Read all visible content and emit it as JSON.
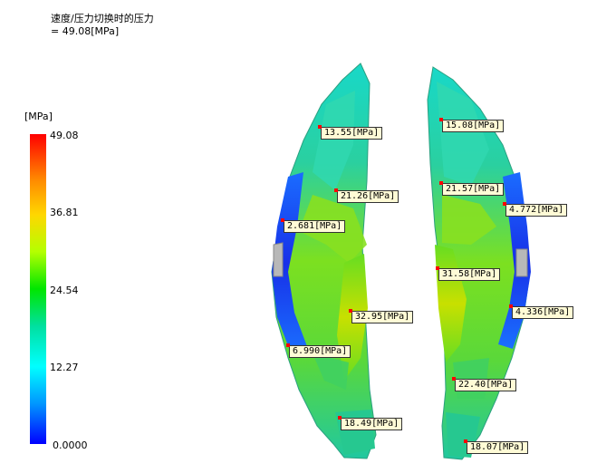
{
  "result": {
    "title_line1": "速度/压力切换时的压力",
    "title_line2": " = 49.08[MPa]"
  },
  "legend": {
    "unit": "[MPa]",
    "ticks": [
      "49.08",
      "36.81",
      "24.54",
      "12.27",
      "0.0000"
    ],
    "colors": {
      "max": "#ff0000",
      "high": "#ffd700",
      "mid": "#00e600",
      "low": "#00ffff",
      "min": "#0000ff"
    }
  },
  "probes": [
    "13.55[MPa]",
    "21.26[MPa]",
    "2.681[MPa]",
    "32.95[MPa]",
    "6.990[MPa]",
    "18.49[MPa]",
    "15.08[MPa]",
    "21.57[MPa]",
    "4.772[MPa]",
    "31.58[MPa]",
    "4.336[MPa]",
    "22.40[MPa]",
    "18.07[MPa]"
  ]
}
